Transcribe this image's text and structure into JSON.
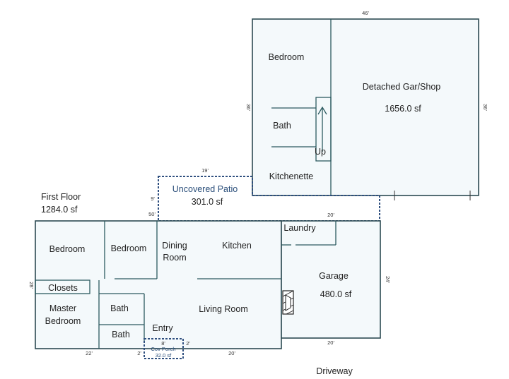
{
  "detached": {
    "bedroom": "Bedroom",
    "name": "Detached Gar/Shop",
    "area": "1656.0 sf",
    "bath": "Bath",
    "up": "Up",
    "kitchenette": "Kitchenette",
    "dim_top": "46'",
    "dim_left": "36'",
    "dim_right": "36'"
  },
  "patio": {
    "name": "Uncovered Patio",
    "area": "301.0 sf",
    "dim_top": "19'",
    "dim_left": "9'",
    "dim_left2": "50'",
    "dim_bottom": "20'"
  },
  "first_floor": {
    "title": "First Floor",
    "area": "1284.0 sf",
    "rooms": {
      "bedroom1": "Bedroom",
      "bedroom2": "Bedroom",
      "dining_line1": "Dining",
      "dining_line2": "Room",
      "kitchen": "Kitchen",
      "laundry": "Laundry",
      "closets": "Closets",
      "master_line1": "Master",
      "master_line2": "Bedroom",
      "bath1": "Bath",
      "bath2": "Bath",
      "living": "Living Room",
      "entry": "Entry"
    },
    "dims": {
      "left": "28'",
      "bottom_left": "22'",
      "bottom_mid": "2'",
      "bottom_right": "20'",
      "porch_top": "8'",
      "porch_side": "2'"
    }
  },
  "porch": {
    "name": "Cov Porch",
    "area": "32.0 sf"
  },
  "garage": {
    "name": "Garage",
    "area": "480.0 sf",
    "dim_right": "24'",
    "dim_bottom": "20'"
  },
  "driveway": "Driveway"
}
